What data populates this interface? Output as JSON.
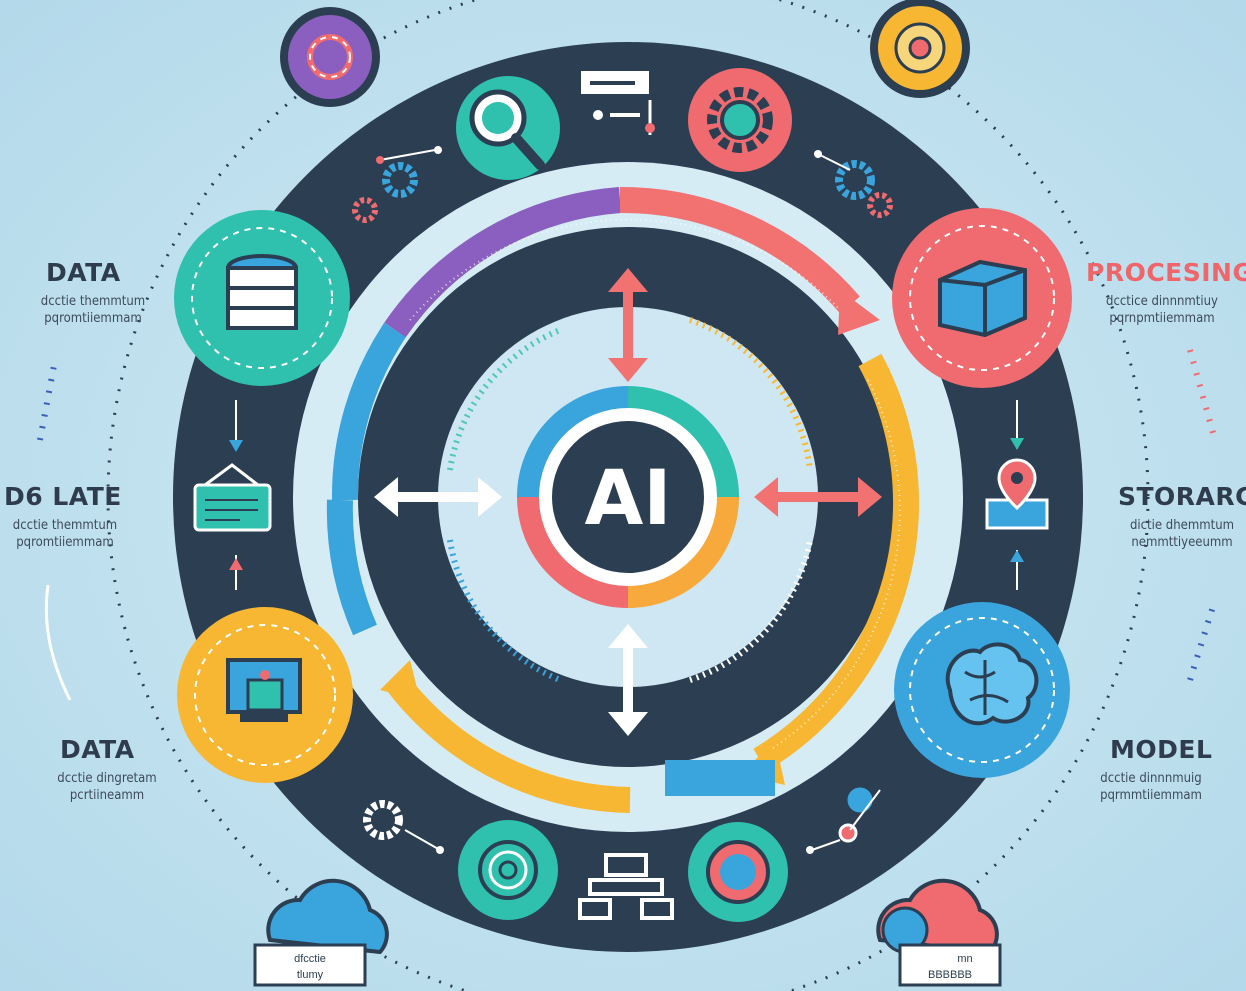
{
  "center": {
    "label": "AI"
  },
  "left_labels": [
    {
      "id": "data-top",
      "title": "DATA",
      "lines": [
        "dcctie themmtum",
        "pqromtiiemmam"
      ]
    },
    {
      "id": "late",
      "title": "D6 LATE",
      "lines": [
        "dcctie themmtum",
        "pqromtiiemmam"
      ]
    },
    {
      "id": "data-bottom",
      "title": "DATA",
      "lines": [
        "dcctie dingretam",
        "pcrtiineamm"
      ]
    }
  ],
  "right_labels": [
    {
      "id": "processing",
      "title": "PROCESING",
      "lines": [
        "dcctice dinnnmtiuy",
        "pqrnpmtiiemmam"
      ]
    },
    {
      "id": "storage",
      "title": "STORARGE",
      "lines": [
        "dictie dhemmtum",
        "nemmttiyeeumm"
      ]
    },
    {
      "id": "model",
      "title": "MODEL",
      "lines": [
        "dcctie dinnnmuig",
        "pqrmmtiiemmam"
      ]
    }
  ],
  "bottom_cards": [
    {
      "id": "cloud-left",
      "lines": [
        "dfcctie",
        "tlumy"
      ]
    },
    {
      "id": "cloud-right",
      "lines": [
        "mn",
        "BBBBBB"
      ]
    }
  ],
  "colors": {
    "navy": "#2b3e52",
    "light_ring": "#d6ecf5",
    "coral": "#f06b6f",
    "teal": "#2fc0ae",
    "orange": "#f7a93c",
    "yellow": "#f7b733",
    "blue": "#3aa4dd",
    "purple": "#8b5fbf",
    "pink": "#f27272"
  },
  "icons": {
    "top-left": "puzzle-ring-icon",
    "top-right": "target-icon",
    "search": "magnifier-icon",
    "form": "form-sliders-icon",
    "settings": "gear-icon",
    "gears-left": "gears-icon",
    "gears-right": "gears-icon",
    "data-disk": "database-disk-icon",
    "processing-box": "cube-box-icon",
    "late-monitor": "monitor-chart-icon",
    "storage-pin": "location-pin-icon",
    "data-computer": "computer-icon",
    "model-brain": "brain-icon",
    "fingerprint": "fingerprint-icon",
    "network": "network-tree-icon",
    "globe": "globe-icon",
    "cloud-left": "cloud-icon",
    "cloud-right": "cloud-icon",
    "gear-bottom-left": "gear-icon",
    "node-bottom-right": "node-link-icon"
  }
}
